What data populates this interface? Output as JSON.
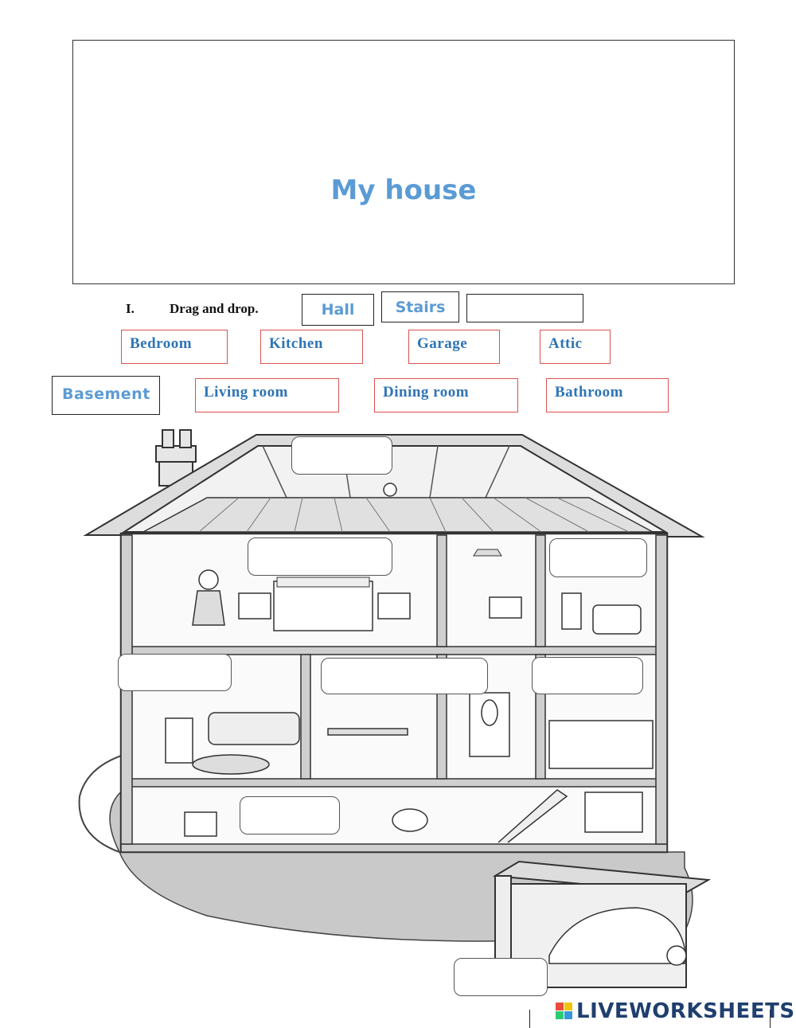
{
  "title": "My house",
  "instructions": {
    "number": "I.",
    "text": "Drag and drop."
  },
  "placed_words": {
    "hall": "Hall",
    "stairs": "Stairs",
    "empty": ""
  },
  "word_bank_row1": [
    "Bedroom",
    "Kitchen",
    "Garage",
    "Attic"
  ],
  "word_bank_row2": [
    "Basement",
    "Living room",
    "Dining room",
    "Bathroom"
  ],
  "logo": {
    "text": "LIVEWORKSHEETS",
    "colors": [
      "#e84c3d",
      "#f1c40f",
      "#2ecc71",
      "#3498db"
    ]
  },
  "colors": {
    "title": "#5b9bd5",
    "word_text": "#2e74b5",
    "word_border": "#d9534f"
  }
}
